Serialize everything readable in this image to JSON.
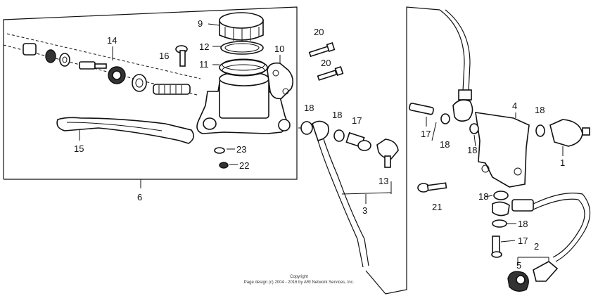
{
  "callouts": {
    "c1": "1",
    "c2": "2",
    "c3": "3",
    "c4": "4",
    "c5": "5",
    "c6": "6",
    "c9": "9",
    "c10": "10",
    "c11": "11",
    "c12": "12",
    "c13": "13",
    "c14": "14",
    "c15": "15",
    "c16": "16",
    "c17a": "17",
    "c17b": "17",
    "c17c": "17",
    "c18a": "18",
    "c18b": "18",
    "c18c": "18",
    "c18d": "18",
    "c18e": "18",
    "c18f": "18",
    "c18g": "18",
    "c20a": "20",
    "c20b": "20",
    "c21": "21",
    "c22": "22",
    "c23": "23"
  },
  "copyright": {
    "line1": "Copyright",
    "line2": "Page design (c) 2004 - 2016 by ARI Network Services, Inc."
  }
}
